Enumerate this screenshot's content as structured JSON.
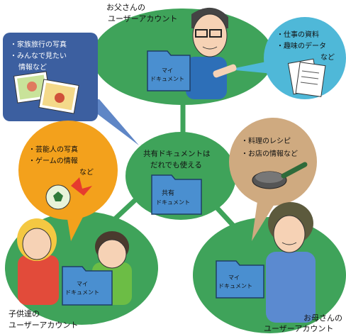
{
  "father": {
    "title_line1": "お父さんの",
    "title_line2": "ユーザーアカウント",
    "folder_line1": "マイ",
    "folder_line2": "ドキュメント",
    "bubble_line1": "・仕事の資料",
    "bubble_line2": "・趣味のデータ",
    "bubble_line3": "など"
  },
  "family_bubble": {
    "line1": "・家族旅行の写真",
    "line2": "・みんなで見たい",
    "line3": "情報など"
  },
  "shared": {
    "title_line1": "共有ドキュメントは",
    "title_line2": "だれでも使える",
    "folder_line1": "共有",
    "folder_line2": "ドキュメント"
  },
  "children": {
    "bubble_line1": "・芸能人の写真",
    "bubble_line2": "・ゲームの情報",
    "bubble_line3": "など",
    "folder_line1": "マイ",
    "folder_line2": "ドキュメント",
    "title_line1": "子供達の",
    "title_line2": "ユーザーアカウント"
  },
  "mother": {
    "bubble_line1": "・料理のレシピ",
    "bubble_line2": "・お店の情報など",
    "folder_line1": "マイ",
    "folder_line2": "ドキュメント",
    "title_line1": "お母さんの",
    "title_line2": "ユーザーアカウント"
  },
  "colors": {
    "green": "#3fa35a",
    "blue_bubble": "#3c5fa0",
    "blue_bubble_light": "#5f86c6",
    "cyan_bubble": "#4fb8d8",
    "orange_bubble": "#f3a11c",
    "tan_bubble": "#cfaa80",
    "folder": "#4a8fd0"
  }
}
